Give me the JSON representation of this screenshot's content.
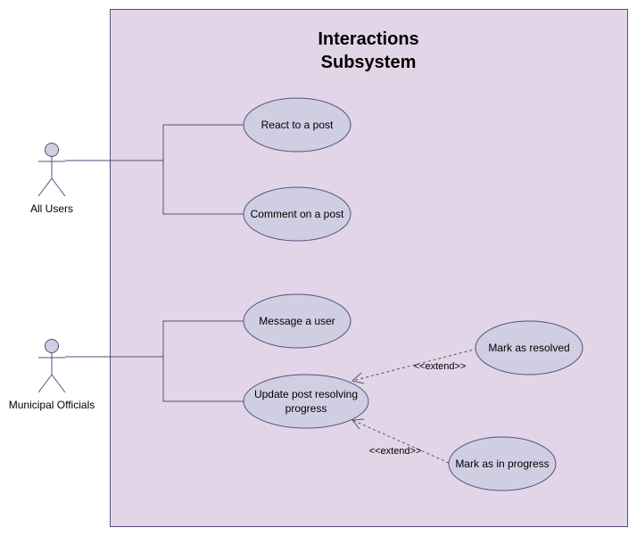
{
  "colors": {
    "system_fill": "#e1d5e7",
    "stroke": "#56517e",
    "usecase_fill": "#d0cee2",
    "actor_fill": "#d0cee2",
    "text": "#000000",
    "background": "#ffffff"
  },
  "system": {
    "title_line1": "Interactions",
    "title_line2": "Subsystem"
  },
  "actors": {
    "all_users": {
      "label": "All Users"
    },
    "municipal_officials": {
      "label": "Municipal Officials"
    }
  },
  "use_cases": {
    "react": {
      "label": "React to a post"
    },
    "comment": {
      "label": "Comment on a post"
    },
    "message": {
      "label": "Message a user"
    },
    "update_line1": "Update post resolving",
    "update_line2": "progress",
    "resolved": {
      "label": "Mark as resolved"
    },
    "in_progress": {
      "label": "Mark as in progress"
    }
  },
  "relations": {
    "extend_label_1": "<<extend>>",
    "extend_label_2": "<<extend>>"
  }
}
